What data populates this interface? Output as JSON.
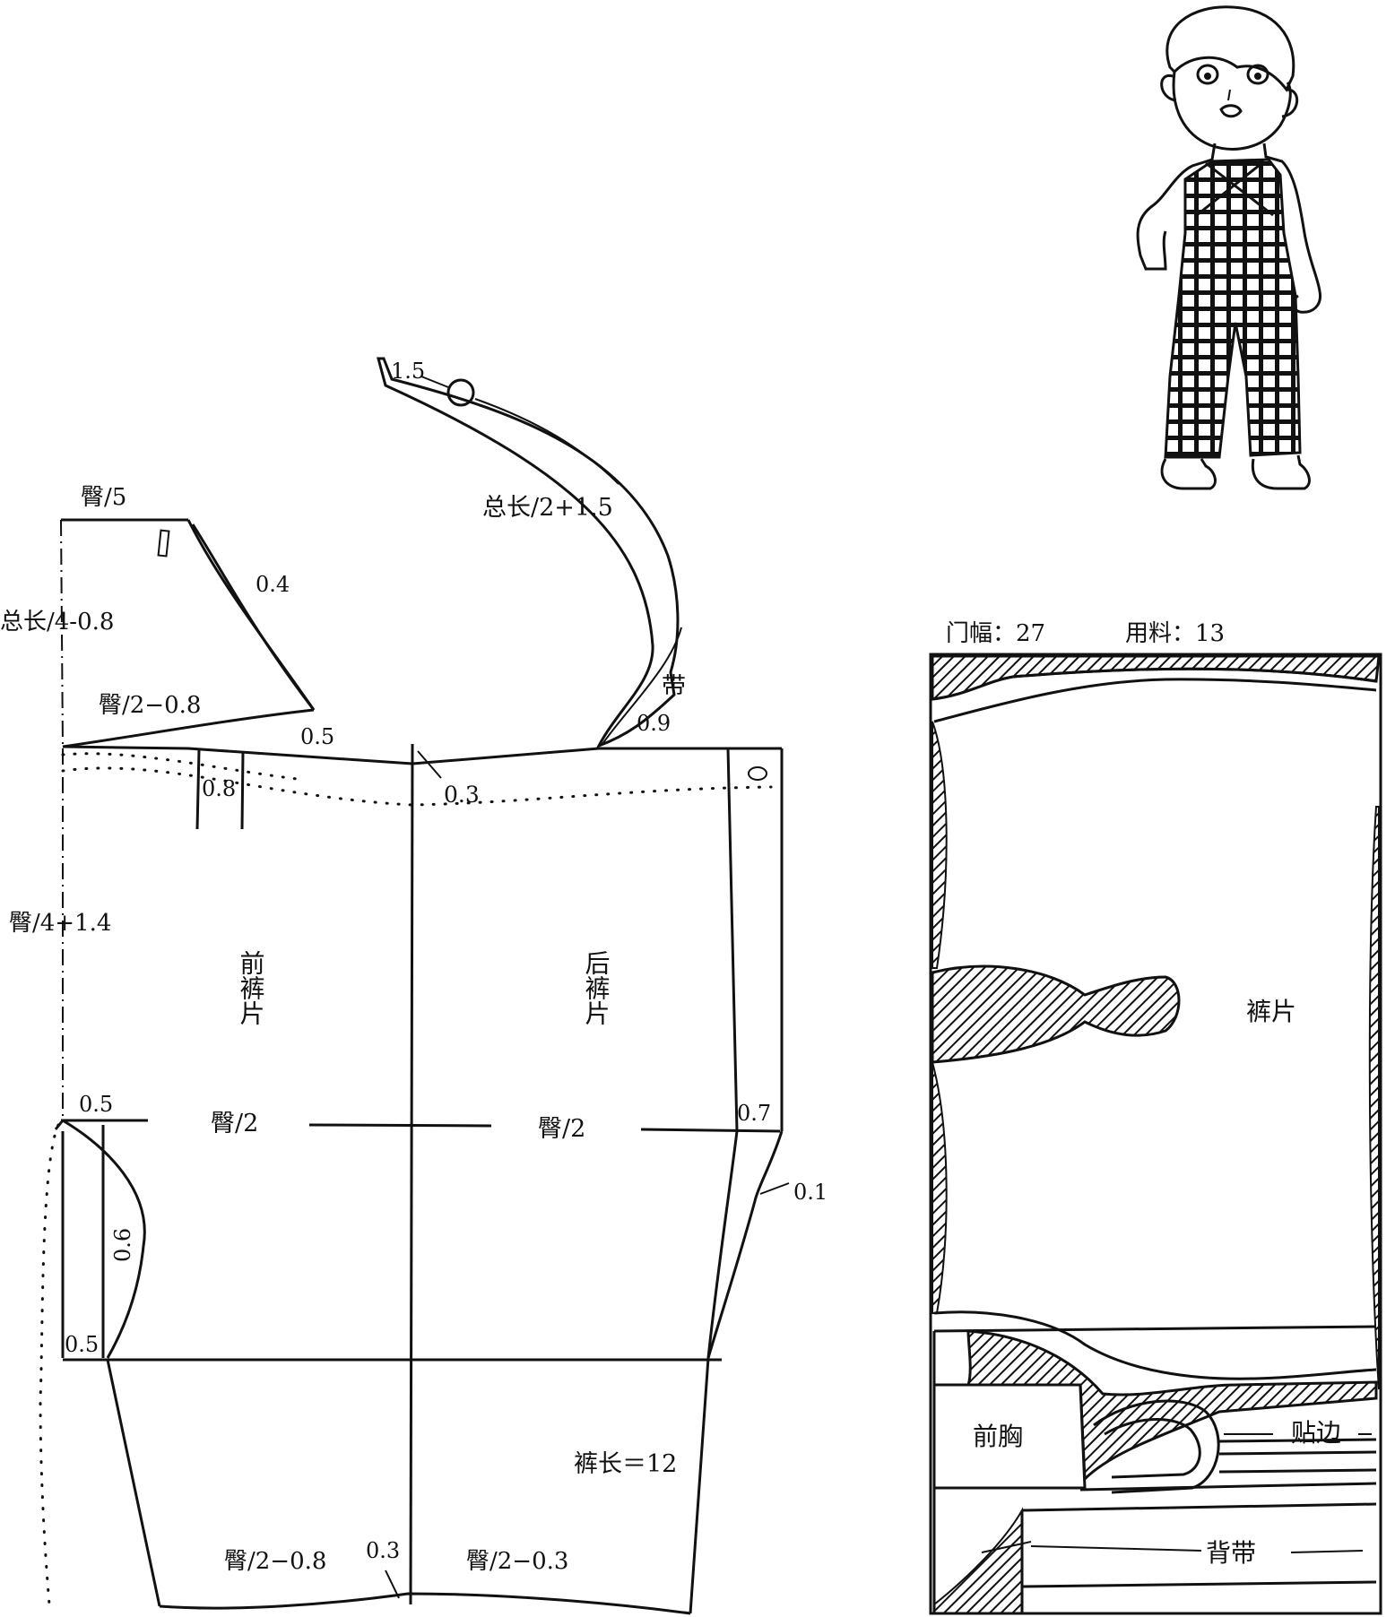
{
  "pattern": {
    "bib_width": "臀/5",
    "bib_height": "总长/4-0.8",
    "bib_dart": "0.4",
    "bib_bottom": "臀/2−0.8",
    "bib_dip": "0.5",
    "strap_tip": "1.5",
    "strap_length": "总长/2+1.5",
    "strap_label": "带",
    "strap_width": "0.9",
    "waist_drop": "0.3",
    "dart_width": "0.8",
    "hip_depth": "臀/4+1.4",
    "front_piece": "前裤片",
    "back_piece": "后裤片",
    "front_hip": "臀/2",
    "back_hip": "臀/2",
    "side_in": "0.7",
    "side_curve": "0.1",
    "crotch_top": "0.5",
    "crotch_depth": "0.6",
    "crotch_bottom": "0.5",
    "pant_length": "裤长＝12",
    "hem_front": "臀/2−0.8",
    "hem_mid": "0.3",
    "hem_back": "臀/2−0.3"
  },
  "layout_panel": {
    "width_label": "门幅：27",
    "fabric_label": "用料：13",
    "pants_piece": "裤片",
    "front_chest": "前胸",
    "facing": "贴边",
    "strap": "背带"
  },
  "colors": {
    "ink": "#111111",
    "paper": "#ffffff"
  }
}
